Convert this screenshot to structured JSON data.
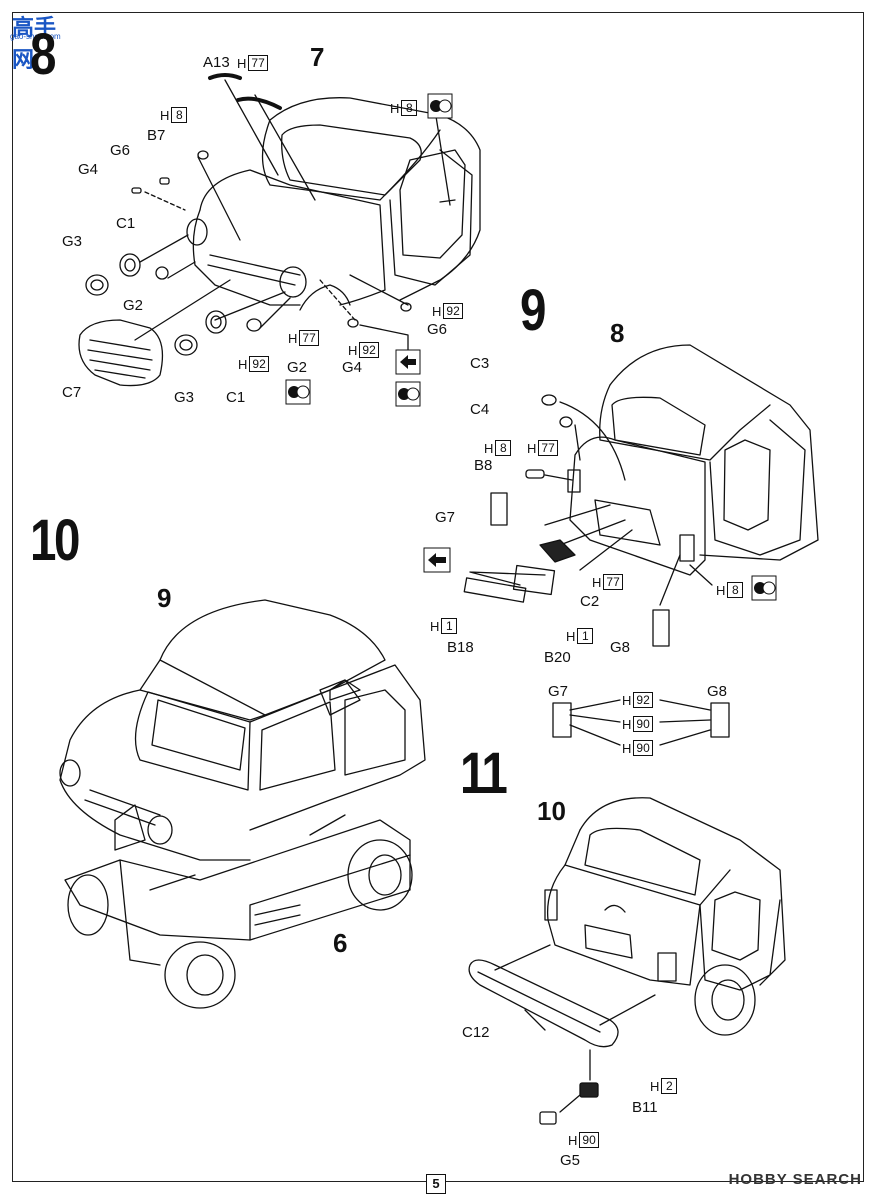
{
  "watermark": {
    "brand": "高手网",
    "url": "gao-shou.com"
  },
  "page_number": "5",
  "footer_brand": "HOBBY SEARCH",
  "steps": {
    "s8": "8",
    "s9": "9",
    "s10": "10",
    "s11": "11"
  },
  "assembly_refs": {
    "r7": "7",
    "r8": "8",
    "r9": "9",
    "r10": "10",
    "r6": "6"
  },
  "parts8": {
    "a13": "A13",
    "b7": "B7",
    "g6a": "G6",
    "g4a": "G4",
    "c1a": "C1",
    "g3a": "G3",
    "g2a": "G2",
    "c7": "C7",
    "g3b": "G3",
    "c1b": "C1",
    "g2b": "G2",
    "g4b": "G4",
    "g6b": "G6"
  },
  "parts9": {
    "c3": "C3",
    "c4": "C4",
    "b8": "B8",
    "g7": "G7",
    "c2": "C2",
    "b18": "B18",
    "b20": "B20",
    "g8": "G8",
    "g7b": "G7",
    "g8b": "G8"
  },
  "parts11": {
    "c12": "C12",
    "b11": "B11",
    "g5": "G5"
  },
  "colors": {
    "h77_a13": "77",
    "h8_b7": "8",
    "h8_win": "8",
    "h92_g6": "92",
    "h77_g2": "77",
    "h92_g2": "92",
    "h92_g4": "92",
    "h8_b8": "8",
    "h77_c4": "77",
    "h77_c2": "77",
    "h8_g8": "8",
    "h1_b18": "1",
    "h1_b20": "1",
    "h92_lens": "92",
    "h90_lens1": "90",
    "h90_lens2": "90",
    "h2_b11": "2",
    "h90_g5": "90"
  },
  "color_prefix": "H"
}
